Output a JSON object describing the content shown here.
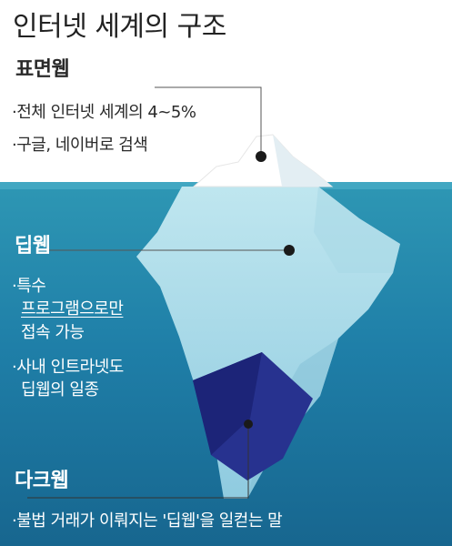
{
  "title": "인터넷 세계의 구조",
  "surface": {
    "heading": "표면웹",
    "lines": [
      "·전체 인터넷 세계의 4~5%",
      "·구글, 네이버로 검색"
    ]
  },
  "deep": {
    "heading": "딥웹",
    "lines": [
      "·특수",
      "프로그램으로만",
      "접속 가능",
      "·사내 인트라넷도",
      "딥웹의 일종"
    ]
  },
  "dark": {
    "heading": "다크웹",
    "lines": [
      "·불법 거래가 이뤄지는 '딥웹'을 일컫는 말"
    ]
  },
  "colors": {
    "water": "#1f7fa8",
    "ice": "#bfe6ef",
    "dark_block": "#27328f"
  }
}
